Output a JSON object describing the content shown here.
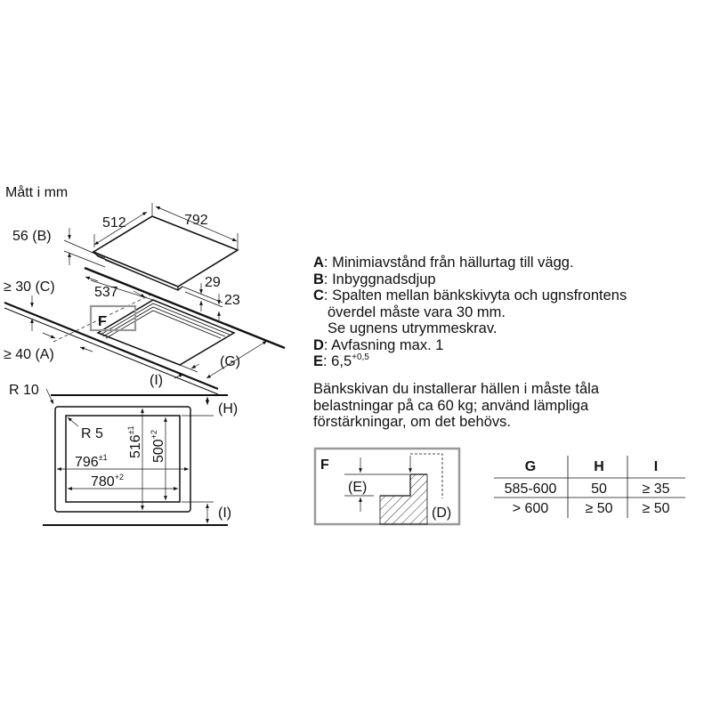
{
  "title": "Mått i mm",
  "drawing": {
    "dim_512": "512",
    "dim_792": "792",
    "dim_56_b": "56 (B)",
    "dim_30_c": "≥ 30 (C)",
    "dim_537": "537",
    "dim_29": "29",
    "dim_23": "23",
    "dim_40_a": "≥ 40 (A)",
    "label_g": "(G)",
    "label_i": "(I)",
    "label_f": "F",
    "r10": "R 10",
    "r5": "R 5",
    "dim_796": "796",
    "dim_796_tol": "±1",
    "dim_780": "780",
    "dim_780_tol": "+2",
    "dim_516": "516",
    "dim_516_tol": "±1",
    "dim_500": "500",
    "dim_500_tol": "+2",
    "label_h": "(H)",
    "label_i2": "(I)"
  },
  "legend": [
    {
      "key": "A",
      "text": ": Minimiavstånd från hällurtag till vägg."
    },
    {
      "key": "B",
      "text": ": Inbyggnadsdjup"
    },
    {
      "key": "C",
      "text": ": Spalten mellan bänkskivyta och ugnsfrontens"
    },
    {
      "key": "",
      "text": "överdel måste vara 30 mm."
    },
    {
      "key": "",
      "text": "Se ugnens utrymmeskrav."
    },
    {
      "key": "D",
      "text": ": Avfasning max. 1"
    },
    {
      "key": "E",
      "text": ": 6,5",
      "sup": "+0,5"
    }
  ],
  "note": [
    "Bänkskivan du installerar hällen i måste tåla",
    "belastningar på ca 60 kg; använd lämpliga",
    "förstärkningar, om det behövs."
  ],
  "detail": {
    "label_f": "F",
    "label_e": "(E)",
    "label_d": "(D)"
  },
  "table": {
    "headers": [
      "G",
      "H",
      "I"
    ],
    "rows": [
      [
        "585-600",
        "50",
        "≥ 35"
      ],
      [
        "> 600",
        "≥ 50",
        "≥ 50"
      ]
    ]
  }
}
